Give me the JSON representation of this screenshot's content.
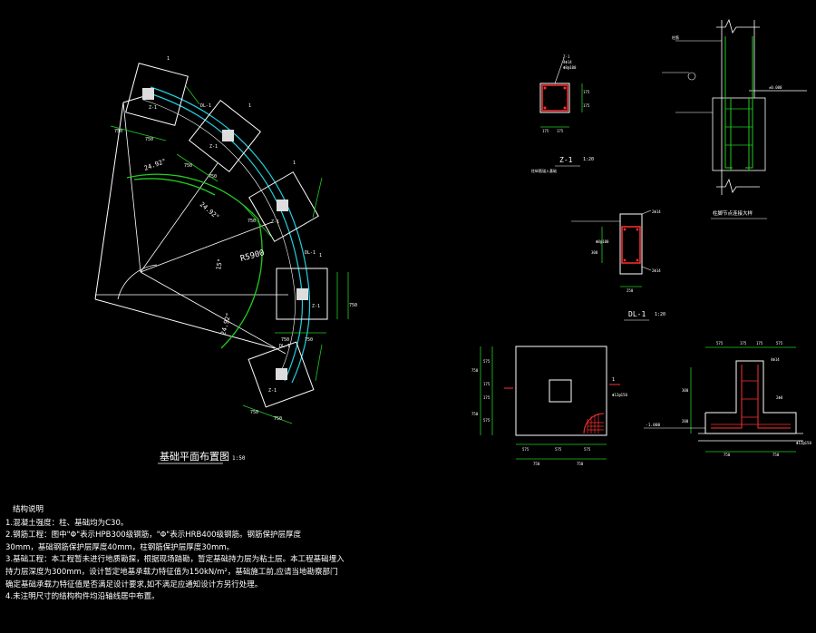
{
  "plan": {
    "title": "基础平面布置图",
    "scale": "1:50",
    "radius_label": "R5900",
    "angle_labels": [
      "24.92°",
      "24.92°",
      "15°",
      "24.92°"
    ],
    "footing_label": "Z-1",
    "beam_label": "DL-1",
    "section_mark": "1",
    "dims": [
      "750",
      "750",
      "750",
      "750",
      "750",
      "750",
      "750",
      "750",
      "750",
      "750"
    ]
  },
  "z1": {
    "title": "Z-1",
    "scale": "1:20",
    "notes": [
      "Z-1",
      "4Φ14",
      "Φ8@100"
    ],
    "dims": [
      "175",
      "175",
      "175",
      "175"
    ],
    "subtext": "柱纵筋锚入基础"
  },
  "column_detail": {
    "title": "柱脚节点连接大样",
    "label_top": "柱筋",
    "label_right": "±0.000"
  },
  "dl1": {
    "title": "DL-1",
    "scale": "1:20",
    "notes": [
      "2Φ14",
      "2Φ14",
      "Φ8@100"
    ],
    "dims": [
      "250",
      "300"
    ]
  },
  "footing_plan": {
    "dims_bottom": [
      "575",
      "575",
      "575"
    ],
    "dims_total": [
      "750",
      "750"
    ],
    "dims_left": [
      "575",
      "175",
      "175",
      "575"
    ],
    "dims_left_total": [
      "750",
      "750"
    ],
    "rebar_note": "Φ12@150",
    "mark": "1"
  },
  "footing_section": {
    "dims_top": [
      "575",
      "175",
      "175",
      "575"
    ],
    "dims_bottom": [
      "750",
      "750"
    ],
    "dims_left": [
      "300",
      "200"
    ],
    "elev": "-1.000",
    "rebar_notes": [
      "4Φ14",
      "2Φ8",
      "Φ12@150"
    ]
  },
  "notes": {
    "title": "结构说明",
    "lines": [
      "1.混凝土强度：柱、基础均为C30。",
      "2.钢筋工程：图中\"Φ\"表示HPB300级钢筋，\"Φ\"表示HRB400级钢筋。钢筋保护层厚度",
      "30mm，基础钢筋保护层厚度40mm，柱钢筋保护层厚度30mm。",
      "3.基础工程：本工程暂未进行地质勘探，根据现场踏勘，暂定基础持力层为粘土层。本工程基础埋入",
      "持力层深度为300mm，设计暂定地基承载力特征值为150kN/m²，基础施工前,应请当地勘察部门",
      "确定基础承载力特征值是否满足设计要求,如不满足应通知设计方另行处理。",
      "4.未注明尺寸的结构构件均沿轴线居中布置。"
    ]
  }
}
